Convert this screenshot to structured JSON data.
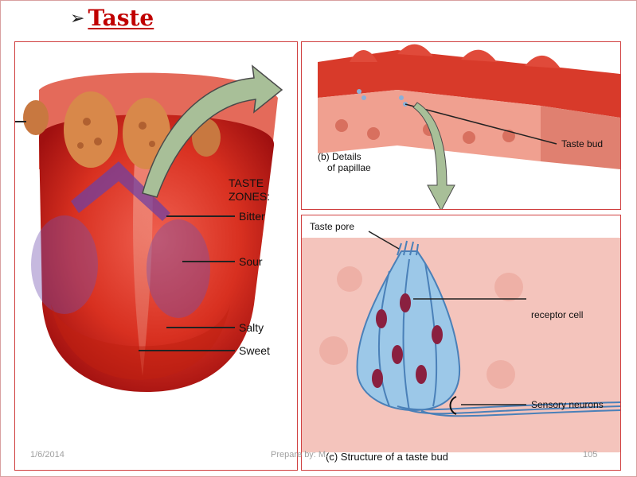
{
  "slide": {
    "title": "Taste",
    "footer_date": "1/6/2014",
    "footer_prepared": "Prepare by:  M...",
    "page_number": "105"
  },
  "tongue_panel": {
    "heading_line1": "TASTE",
    "heading_line2": "ZONES:",
    "labels": [
      "Bitter",
      "Sour",
      "Salty",
      "Sweet"
    ]
  },
  "papillae_panel": {
    "taste_bud_label": "Taste bud",
    "caption_line1": "(b) Details",
    "caption_line2": "of papillae"
  },
  "bud_panel": {
    "taste_pore_label": "Taste pore",
    "receptor_label": "receptor cell",
    "neurons_label": "Sensory neurons",
    "caption": "(c) Structure of a taste bud"
  },
  "colors": {
    "title_red": "#c00000",
    "panel_border": "#d04040",
    "arrow_fill": "#a8bf98"
  }
}
